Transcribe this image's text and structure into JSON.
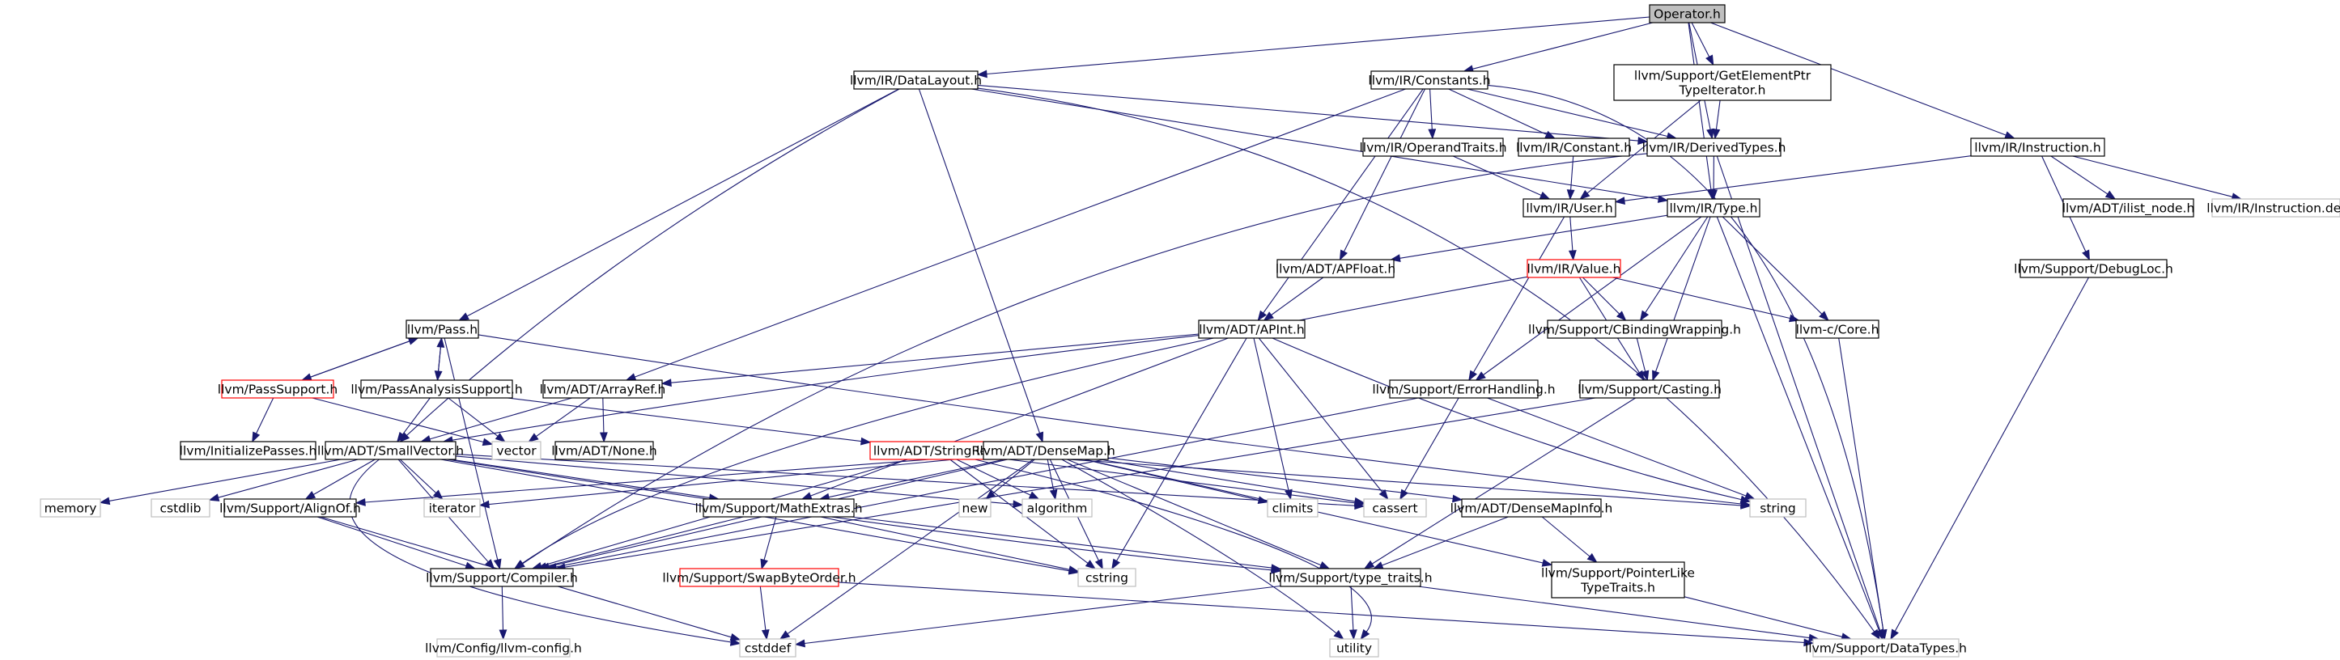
{
  "colors": {
    "edge": "#191970",
    "node_border": "#000000",
    "node_border_missing": "#bfbfbf",
    "node_border_truncated": "#ff0000",
    "node_fill": "#ffffff",
    "root_fill": "#bfbfbf"
  },
  "nodes": [
    {
      "id": "operator",
      "label": "Operator.h",
      "style": "root"
    },
    {
      "id": "datalayout",
      "label": "llvm/IR/DataLayout.h",
      "style": "normal"
    },
    {
      "id": "constants",
      "label": "llvm/IR/Constants.h",
      "style": "normal"
    },
    {
      "id": "getelementptr",
      "label": "llvm/Support/GetElementPtr\nTypeIterator.h",
      "style": "normal"
    },
    {
      "id": "instruction",
      "label": "llvm/IR/Instruction.h",
      "style": "normal"
    },
    {
      "id": "operandtraits",
      "label": "llvm/IR/OperandTraits.h",
      "style": "normal"
    },
    {
      "id": "constant",
      "label": "llvm/IR/Constant.h",
      "style": "normal"
    },
    {
      "id": "derivedtypes",
      "label": "llvm/IR/DerivedTypes.h",
      "style": "normal"
    },
    {
      "id": "user",
      "label": "llvm/IR/User.h",
      "style": "normal"
    },
    {
      "id": "type",
      "label": "llvm/IR/Type.h",
      "style": "normal"
    },
    {
      "id": "ilistnode",
      "label": "llvm/ADT/ilist_node.h",
      "style": "normal"
    },
    {
      "id": "instructiondef",
      "label": "llvm/IR/Instruction.def",
      "style": "missing"
    },
    {
      "id": "apfloat",
      "label": "llvm/ADT/APFloat.h",
      "style": "normal"
    },
    {
      "id": "value",
      "label": "llvm/IR/Value.h",
      "style": "truncated"
    },
    {
      "id": "debugloc",
      "label": "llvm/Support/DebugLoc.h",
      "style": "normal"
    },
    {
      "id": "pass",
      "label": "llvm/Pass.h",
      "style": "normal"
    },
    {
      "id": "apint",
      "label": "llvm/ADT/APInt.h",
      "style": "normal"
    },
    {
      "id": "cbinding",
      "label": "llvm/Support/CBindingWrapping.h",
      "style": "normal"
    },
    {
      "id": "core",
      "label": "llvm-c/Core.h",
      "style": "normal"
    },
    {
      "id": "passsupport",
      "label": "llvm/PassSupport.h",
      "style": "truncated"
    },
    {
      "id": "passanalysis",
      "label": "llvm/PassAnalysisSupport.h",
      "style": "normal"
    },
    {
      "id": "arrayref",
      "label": "llvm/ADT/ArrayRef.h",
      "style": "normal"
    },
    {
      "id": "errorhandling",
      "label": "llvm/Support/ErrorHandling.h",
      "style": "normal"
    },
    {
      "id": "casting",
      "label": "llvm/Support/Casting.h",
      "style": "normal"
    },
    {
      "id": "initpasses",
      "label": "llvm/InitializePasses.h",
      "style": "normal"
    },
    {
      "id": "smallvector",
      "label": "llvm/ADT/SmallVector.h",
      "style": "normal"
    },
    {
      "id": "vector",
      "label": "vector",
      "style": "missing"
    },
    {
      "id": "none",
      "label": "llvm/ADT/None.h",
      "style": "normal"
    },
    {
      "id": "stringref",
      "label": "llvm/ADT/StringRef.h",
      "style": "truncated"
    },
    {
      "id": "densemap",
      "label": "llvm/ADT/DenseMap.h",
      "style": "normal"
    },
    {
      "id": "memory",
      "label": "memory",
      "style": "missing"
    },
    {
      "id": "cstdlib",
      "label": "cstdlib",
      "style": "missing"
    },
    {
      "id": "alignof",
      "label": "llvm/Support/AlignOf.h",
      "style": "normal"
    },
    {
      "id": "iterator",
      "label": "iterator",
      "style": "missing"
    },
    {
      "id": "mathextras",
      "label": "llvm/Support/MathExtras.h",
      "style": "normal"
    },
    {
      "id": "new",
      "label": "new",
      "style": "missing"
    },
    {
      "id": "algorithm",
      "label": "algorithm",
      "style": "missing"
    },
    {
      "id": "climits",
      "label": "climits",
      "style": "missing"
    },
    {
      "id": "cassert",
      "label": "cassert",
      "style": "missing"
    },
    {
      "id": "densemapinfo",
      "label": "llvm/ADT/DenseMapInfo.h",
      "style": "normal"
    },
    {
      "id": "string",
      "label": "string",
      "style": "missing"
    },
    {
      "id": "compiler",
      "label": "llvm/Support/Compiler.h",
      "style": "normal"
    },
    {
      "id": "swapbyteorder",
      "label": "llvm/Support/SwapByteOrder.h",
      "style": "truncated"
    },
    {
      "id": "cstring",
      "label": "cstring",
      "style": "missing"
    },
    {
      "id": "typetraits",
      "label": "llvm/Support/type_traits.h",
      "style": "normal"
    },
    {
      "id": "pointerlike",
      "label": "llvm/Support/PointerLike\nTypeTraits.h",
      "style": "normal"
    },
    {
      "id": "llvmconfig",
      "label": "llvm/Config/llvm-config.h",
      "style": "missing"
    },
    {
      "id": "cstddef",
      "label": "cstddef",
      "style": "missing"
    },
    {
      "id": "utility",
      "label": "utility",
      "style": "missing"
    },
    {
      "id": "datatypes",
      "label": "llvm/Support/DataTypes.h",
      "style": "missing"
    }
  ],
  "edges": [
    [
      "operator",
      "datalayout"
    ],
    [
      "operator",
      "constants"
    ],
    [
      "operator",
      "getelementptr"
    ],
    [
      "operator",
      "derivedtypes"
    ],
    [
      "operator",
      "type"
    ],
    [
      "operator",
      "instruction"
    ],
    [
      "datalayout",
      "derivedtypes"
    ],
    [
      "datalayout",
      "type"
    ],
    [
      "datalayout",
      "pass"
    ],
    [
      "datalayout",
      "densemap"
    ],
    [
      "datalayout",
      "smallvector"
    ],
    [
      "datalayout",
      "datatypes"
    ],
    [
      "constants",
      "operandtraits"
    ],
    [
      "constants",
      "constant"
    ],
    [
      "constants",
      "derivedtypes"
    ],
    [
      "constants",
      "apfloat"
    ],
    [
      "constants",
      "apint"
    ],
    [
      "constants",
      "arrayref"
    ],
    [
      "constants",
      "datatypes"
    ],
    [
      "getelementptr",
      "derivedtypes"
    ],
    [
      "getelementptr",
      "user"
    ],
    [
      "instruction",
      "user"
    ],
    [
      "instruction",
      "ilistnode"
    ],
    [
      "instruction",
      "debugloc"
    ],
    [
      "instruction",
      "instructiondef"
    ],
    [
      "operandtraits",
      "user"
    ],
    [
      "constant",
      "user"
    ],
    [
      "derivedtypes",
      "type"
    ],
    [
      "derivedtypes",
      "compiler"
    ],
    [
      "derivedtypes",
      "datatypes"
    ],
    [
      "user",
      "value"
    ],
    [
      "user",
      "errorhandling"
    ],
    [
      "type",
      "apfloat"
    ],
    [
      "type",
      "cbinding"
    ],
    [
      "type",
      "core"
    ],
    [
      "type",
      "casting"
    ],
    [
      "type",
      "errorhandling"
    ],
    [
      "type",
      "datatypes"
    ],
    [
      "value",
      "cbinding"
    ],
    [
      "value",
      "core"
    ],
    [
      "value",
      "casting"
    ],
    [
      "value",
      "compiler"
    ],
    [
      "debugloc",
      "datatypes"
    ],
    [
      "apfloat",
      "apint"
    ],
    [
      "apint",
      "arrayref"
    ],
    [
      "apint",
      "mathextras"
    ],
    [
      "apint",
      "climits"
    ],
    [
      "apint",
      "cassert"
    ],
    [
      "apint",
      "string"
    ],
    [
      "apint",
      "cstring"
    ],
    [
      "apint",
      "smallvector"
    ],
    [
      "pass",
      "passsupport"
    ],
    [
      "pass",
      "passanalysis"
    ],
    [
      "pass",
      "string"
    ],
    [
      "pass",
      "compiler"
    ],
    [
      "passsupport",
      "pass"
    ],
    [
      "passsupport",
      "initpasses"
    ],
    [
      "passsupport",
      "vector"
    ],
    [
      "passanalysis",
      "pass"
    ],
    [
      "passanalysis",
      "smallvector"
    ],
    [
      "passanalysis",
      "vector"
    ],
    [
      "passanalysis",
      "stringref"
    ],
    [
      "arrayref",
      "smallvector"
    ],
    [
      "arrayref",
      "none"
    ],
    [
      "arrayref",
      "vector"
    ],
    [
      "cbinding",
      "casting"
    ],
    [
      "core",
      "datatypes"
    ],
    [
      "errorhandling",
      "compiler"
    ],
    [
      "errorhandling",
      "string"
    ],
    [
      "errorhandling",
      "cassert"
    ],
    [
      "casting",
      "typetraits"
    ],
    [
      "casting",
      "compiler"
    ],
    [
      "smallvector",
      "alignof"
    ],
    [
      "smallvector",
      "compiler"
    ],
    [
      "smallvector",
      "mathextras"
    ],
    [
      "smallvector",
      "typetraits"
    ],
    [
      "smallvector",
      "algorithm"
    ],
    [
      "smallvector",
      "cassert"
    ],
    [
      "smallvector",
      "cstddef"
    ],
    [
      "smallvector",
      "cstdlib"
    ],
    [
      "smallvector",
      "cstring"
    ],
    [
      "smallvector",
      "iterator"
    ],
    [
      "smallvector",
      "memory"
    ],
    [
      "stringref",
      "compiler"
    ],
    [
      "stringref",
      "algorithm"
    ],
    [
      "stringref",
      "cassert"
    ],
    [
      "stringref",
      "cstring"
    ],
    [
      "stringref",
      "string"
    ],
    [
      "stringref",
      "utility"
    ],
    [
      "densemap",
      "densemapinfo"
    ],
    [
      "densemap",
      "alignof"
    ],
    [
      "densemap",
      "compiler"
    ],
    [
      "densemap",
      "mathextras"
    ],
    [
      "densemap",
      "pointerlike"
    ],
    [
      "densemap",
      "typetraits"
    ],
    [
      "densemap",
      "algorithm"
    ],
    [
      "densemap",
      "cassert"
    ],
    [
      "densemap",
      "climits"
    ],
    [
      "densemap",
      "cstddef"
    ],
    [
      "densemap",
      "cstring"
    ],
    [
      "densemap",
      "iterator"
    ],
    [
      "densemap",
      "new"
    ],
    [
      "densemap",
      "utility"
    ],
    [
      "densemapinfo",
      "pointerlike"
    ],
    [
      "densemapinfo",
      "typetraits"
    ],
    [
      "alignof",
      "compiler"
    ],
    [
      "alignof",
      "cstddef"
    ],
    [
      "mathextras",
      "swapbyteorder"
    ],
    [
      "mathextras",
      "compiler"
    ],
    [
      "mathextras",
      "cstring"
    ],
    [
      "mathextras",
      "typetraits"
    ],
    [
      "swapbyteorder",
      "cstddef"
    ],
    [
      "swapbyteorder",
      "datatypes"
    ],
    [
      "compiler",
      "llvmconfig"
    ],
    [
      "typetraits",
      "utility"
    ],
    [
      "typetraits",
      "cstddef"
    ],
    [
      "typetraits",
      "datatypes"
    ],
    [
      "pointerlike",
      "datatypes"
    ]
  ]
}
